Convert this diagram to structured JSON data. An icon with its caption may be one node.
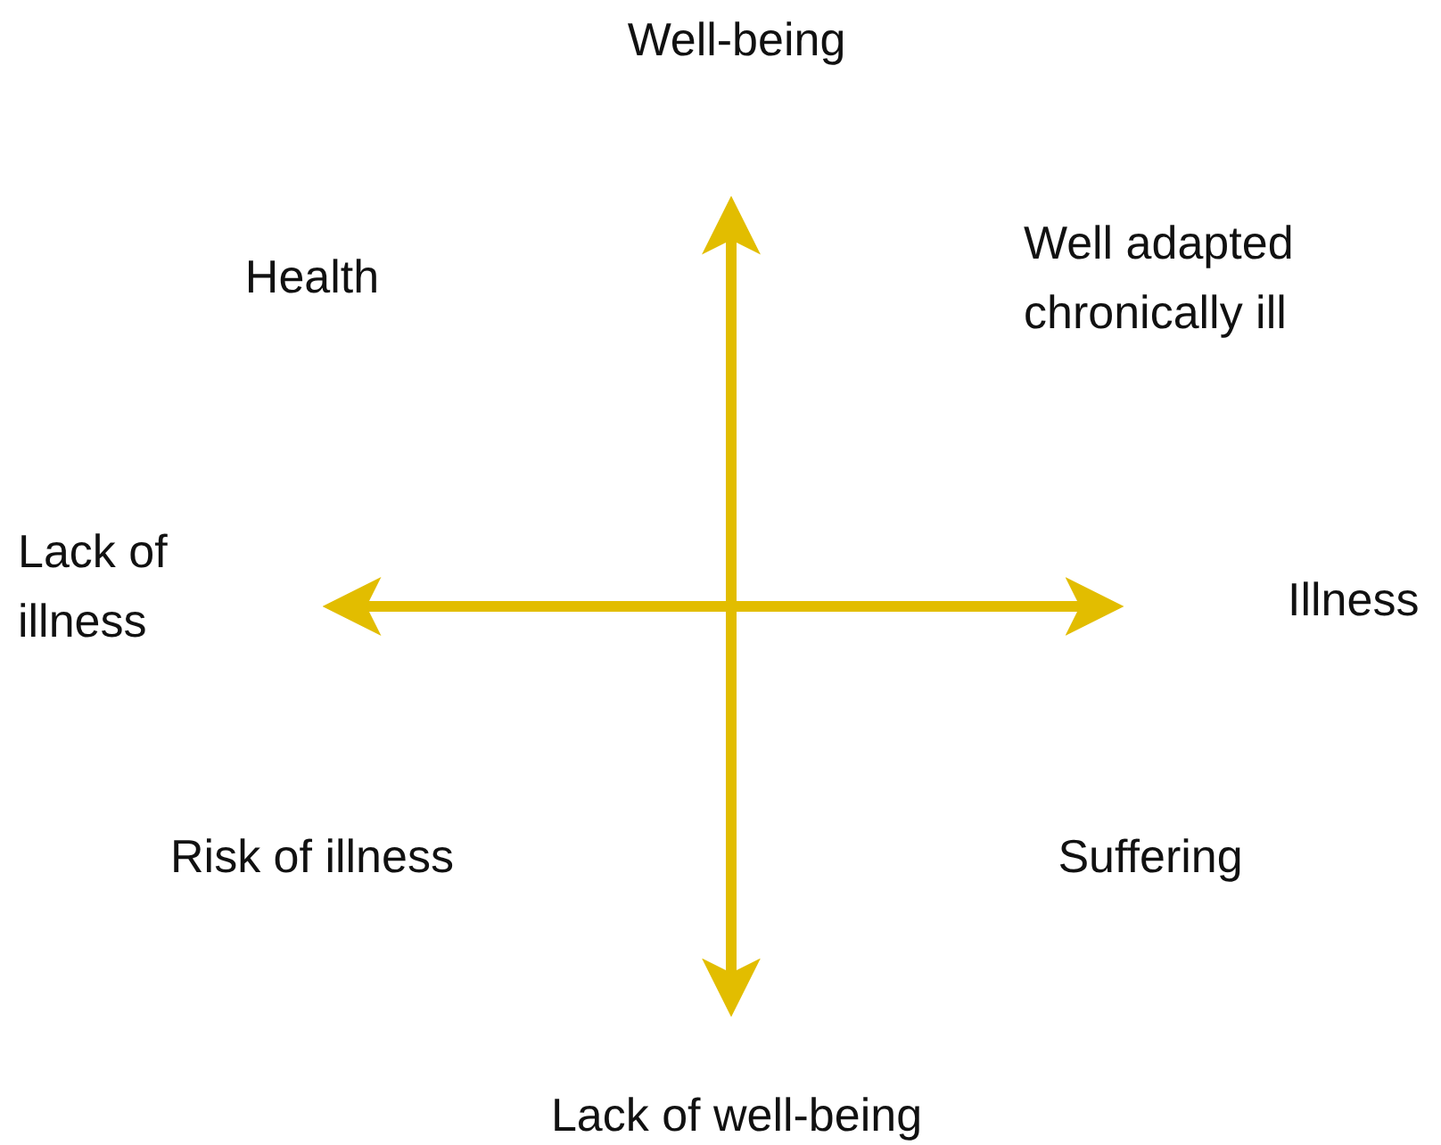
{
  "diagram": {
    "labels": [
      "Well-being",
      "Health",
      "Well adapted chronically ill",
      "Lack of illness",
      "Illness",
      "Risk of illness",
      "Suffering",
      "Lack of well-being"
    ]
  }
}
